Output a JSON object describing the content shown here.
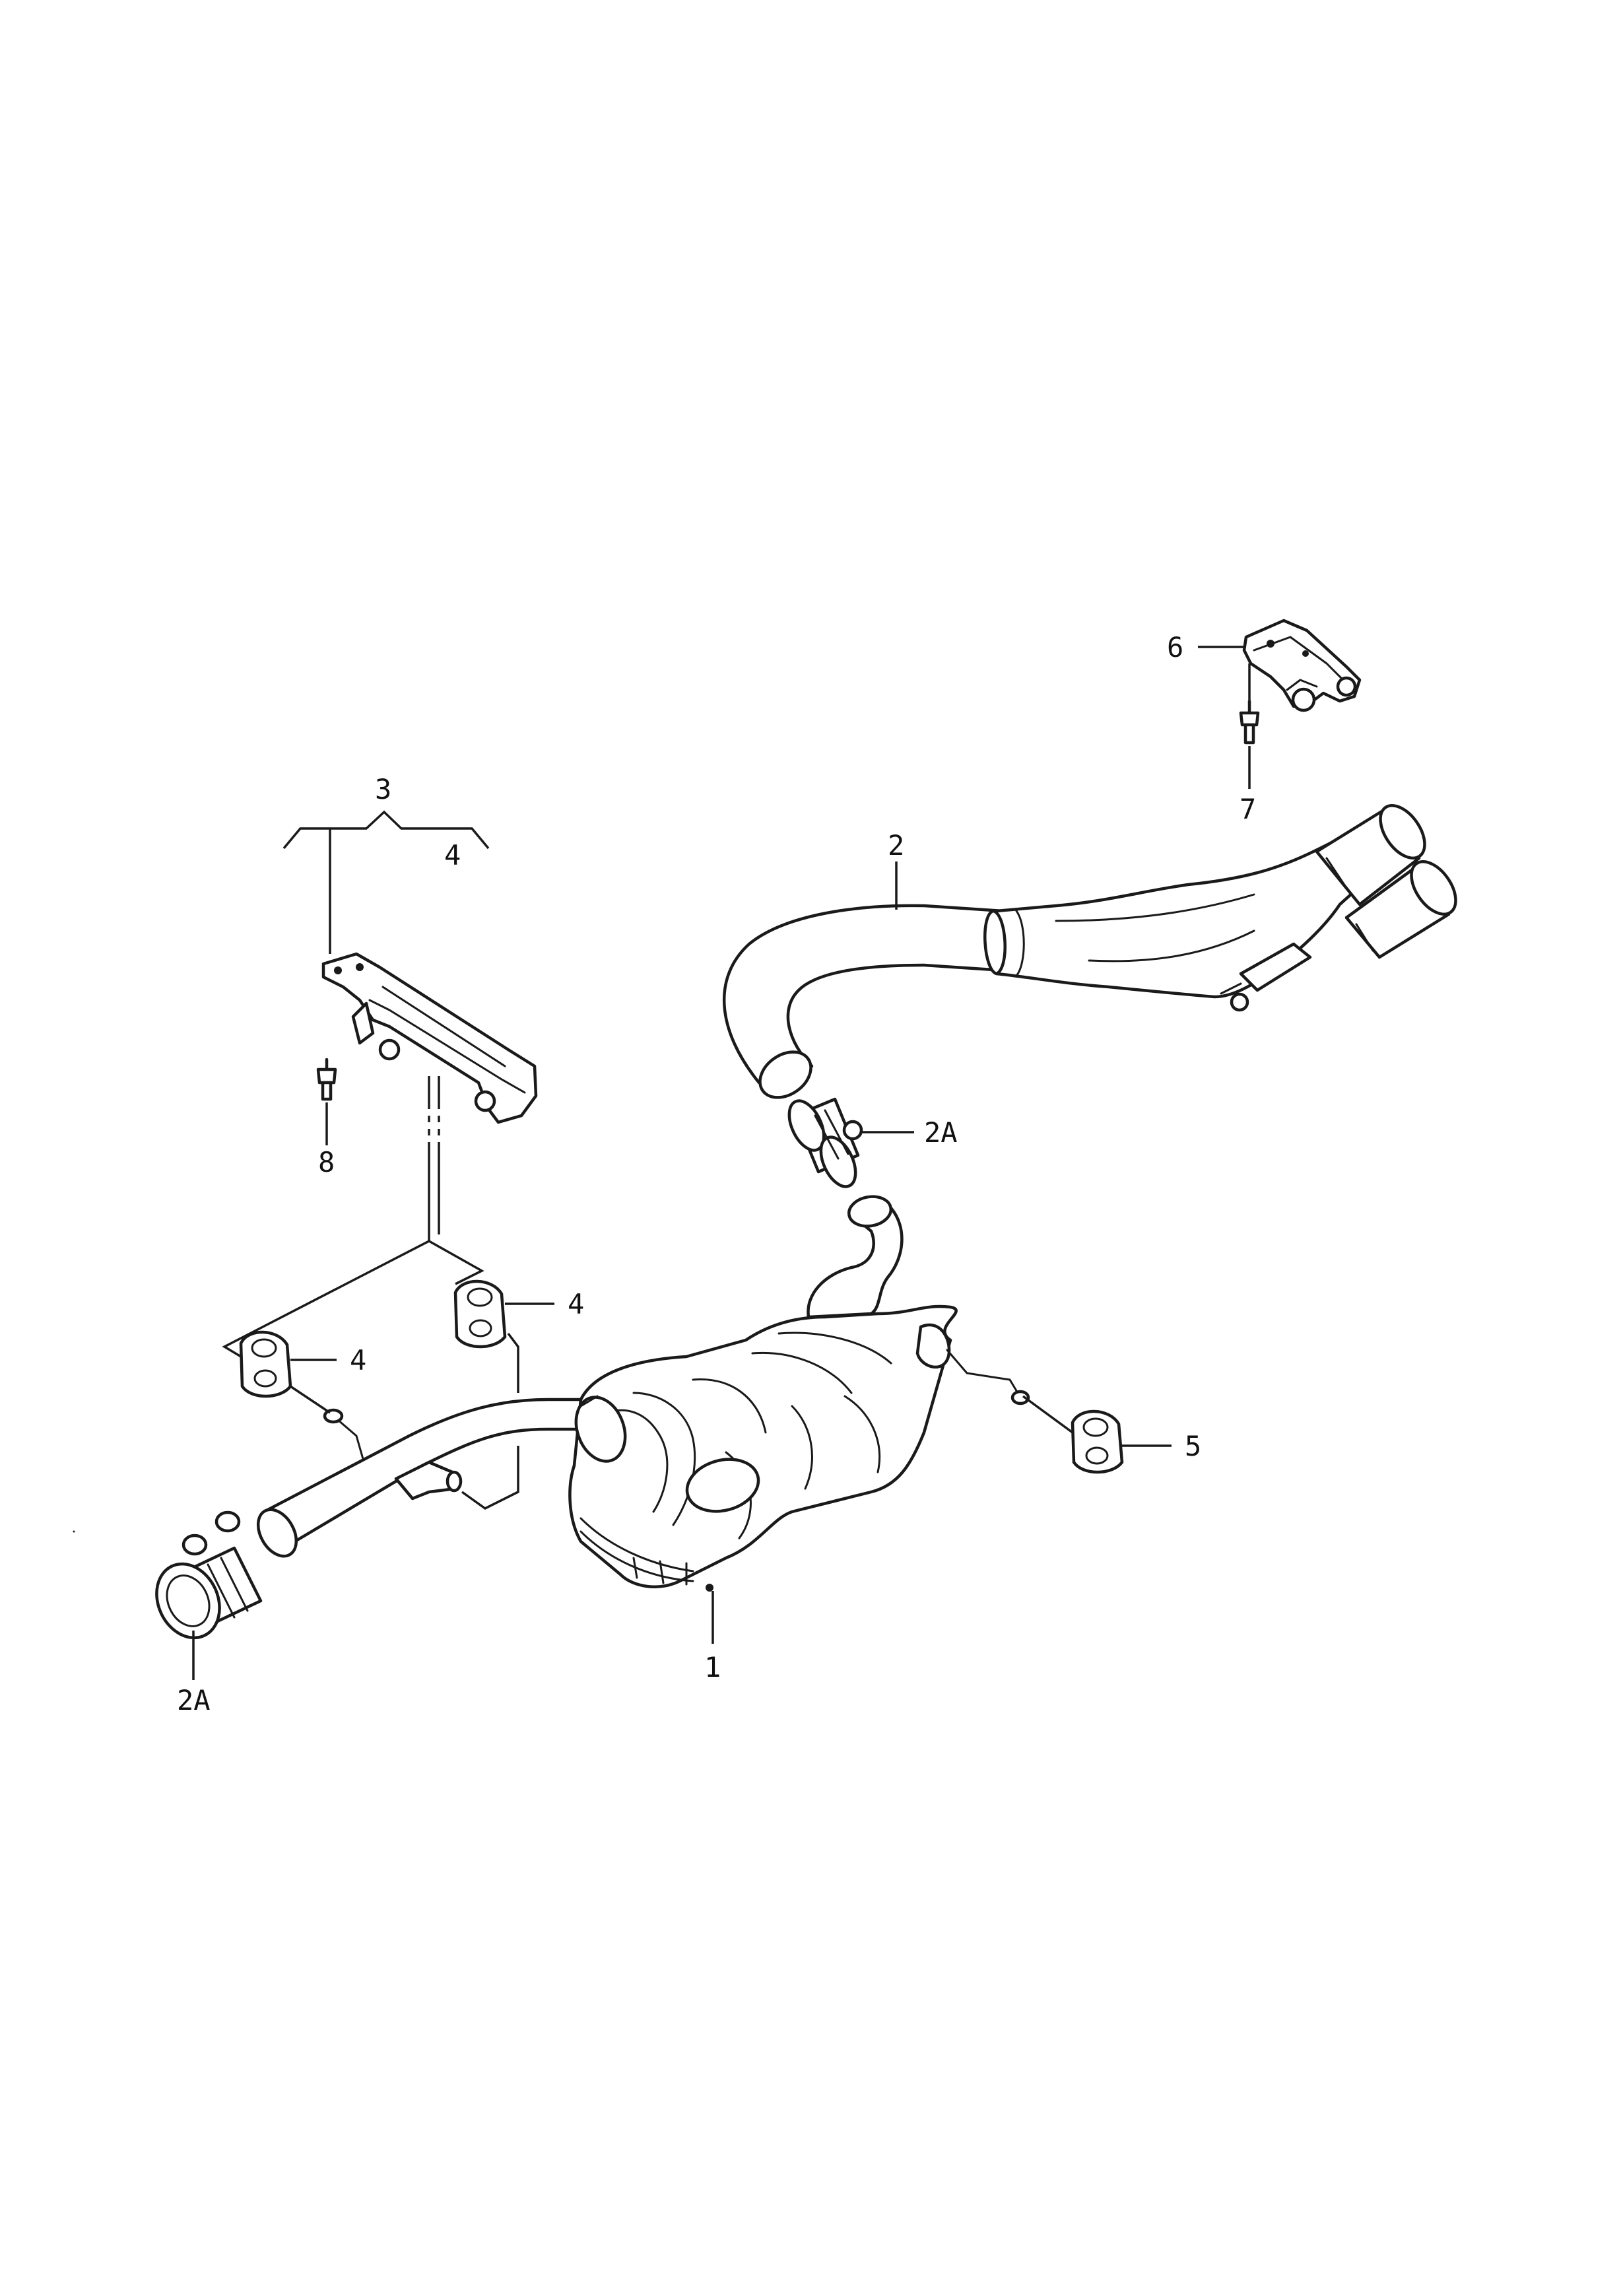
{
  "diagram": {
    "callouts": {
      "c1": "1",
      "c2": "2",
      "c2a_upper": "2A",
      "c2a_lower": "2A",
      "c3": "3",
      "c4_bracket": "4",
      "c4_upper": "4",
      "c4_left": "4",
      "c5": "5",
      "c6": "6",
      "c7": "7",
      "c8": "8"
    },
    "parts": [
      "rear-silencer",
      "tailpipe-assembly",
      "pipe-clamp",
      "mounting-bracket",
      "rubber-hanger",
      "rubber-hanger-rear",
      "hanger-bracket",
      "bolt"
    ]
  }
}
